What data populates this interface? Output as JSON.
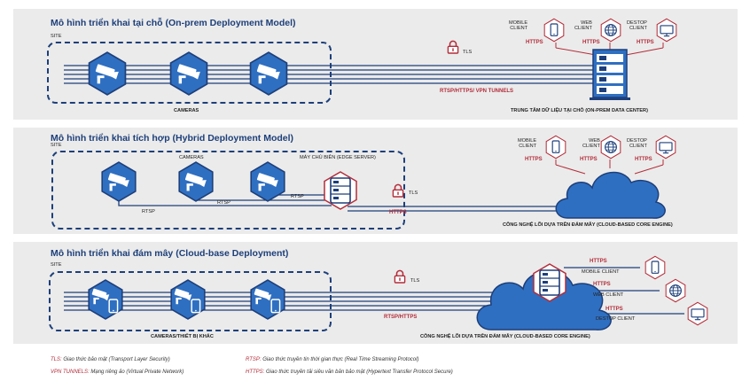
{
  "colors": {
    "navy": "#1d3f7a",
    "blue": "#2f6fc1",
    "red": "#b32d3a",
    "panel": "#ebebeb"
  },
  "panel1": {
    "title": "Mô hình triển khai tại chỗ (On-prem Deployment Model)",
    "site": "SITE",
    "cameras": "CAMERAS",
    "tls": "TLS",
    "tunnels": "RTSP/HTTPS/ VPN TUNNELS",
    "datacenter": "TRUNG TÂM DỮ LIỆU TẠI CHỖ (ON-PREM DATA CENTER)",
    "mobile": "MOBILE\nCLIENT",
    "web": "WEB\nCLIENT",
    "desktop": "DESTOP\nCLIENT",
    "https": "HTTPS"
  },
  "panel2": {
    "title": "Mô hình triển khai tích hợp (Hybrid Deployment Model)",
    "site": "SITE",
    "cameras": "CAMERAS",
    "edge": "MÁY CHỦ BIÊN (EDGE SERVER)",
    "rtsp": "RTSP",
    "tls": "TLS",
    "https": "HTTPS",
    "cloud": "CÔNG NGHỆ LÕI DỰA TRÊN ĐÁM MÂY (CLOUD-BASED CORE ENGINE)",
    "mobile": "MOBILE\nCLIENT",
    "web": "WEB\nCLIENT",
    "desktop": "DESTOP\nCLIENT"
  },
  "panel3": {
    "title": "Mô hình triển khai đám mây (Cloud-base Deployment)",
    "site": "SITE",
    "cameras": "CAMERAS/THIẾT BỊ KHÁC",
    "tls": "TLS",
    "rtsp_https": "RTSP/HTTPS",
    "cloud": "CÔNG NGHỆ LÕI DỰA TRÊN ĐÁM MÂY (CLOUD-BASED CORE ENGINE)",
    "https": "HTTPS",
    "mobile": "MOBILE CLIENT",
    "web": "WEB CLIENT",
    "desktop": "DESTOP CLIENT"
  },
  "legend": [
    {
      "key": "TLS:",
      "text": " Giao thức bảo mật (Transport Layer Security)"
    },
    {
      "key": "VPN TUNNELS:",
      "text": " Mạng riêng ảo (Virtual Private Network)"
    },
    {
      "key": "RTSP:",
      "text": " Giao thức truyền tin thời gian thực (Real Time Streaming Protocol)"
    },
    {
      "key": "HTTPS:",
      "text": " Giao thức truyền tải siêu văn bản bảo mật (Hypertext Transfer Protocol Secure)"
    }
  ]
}
